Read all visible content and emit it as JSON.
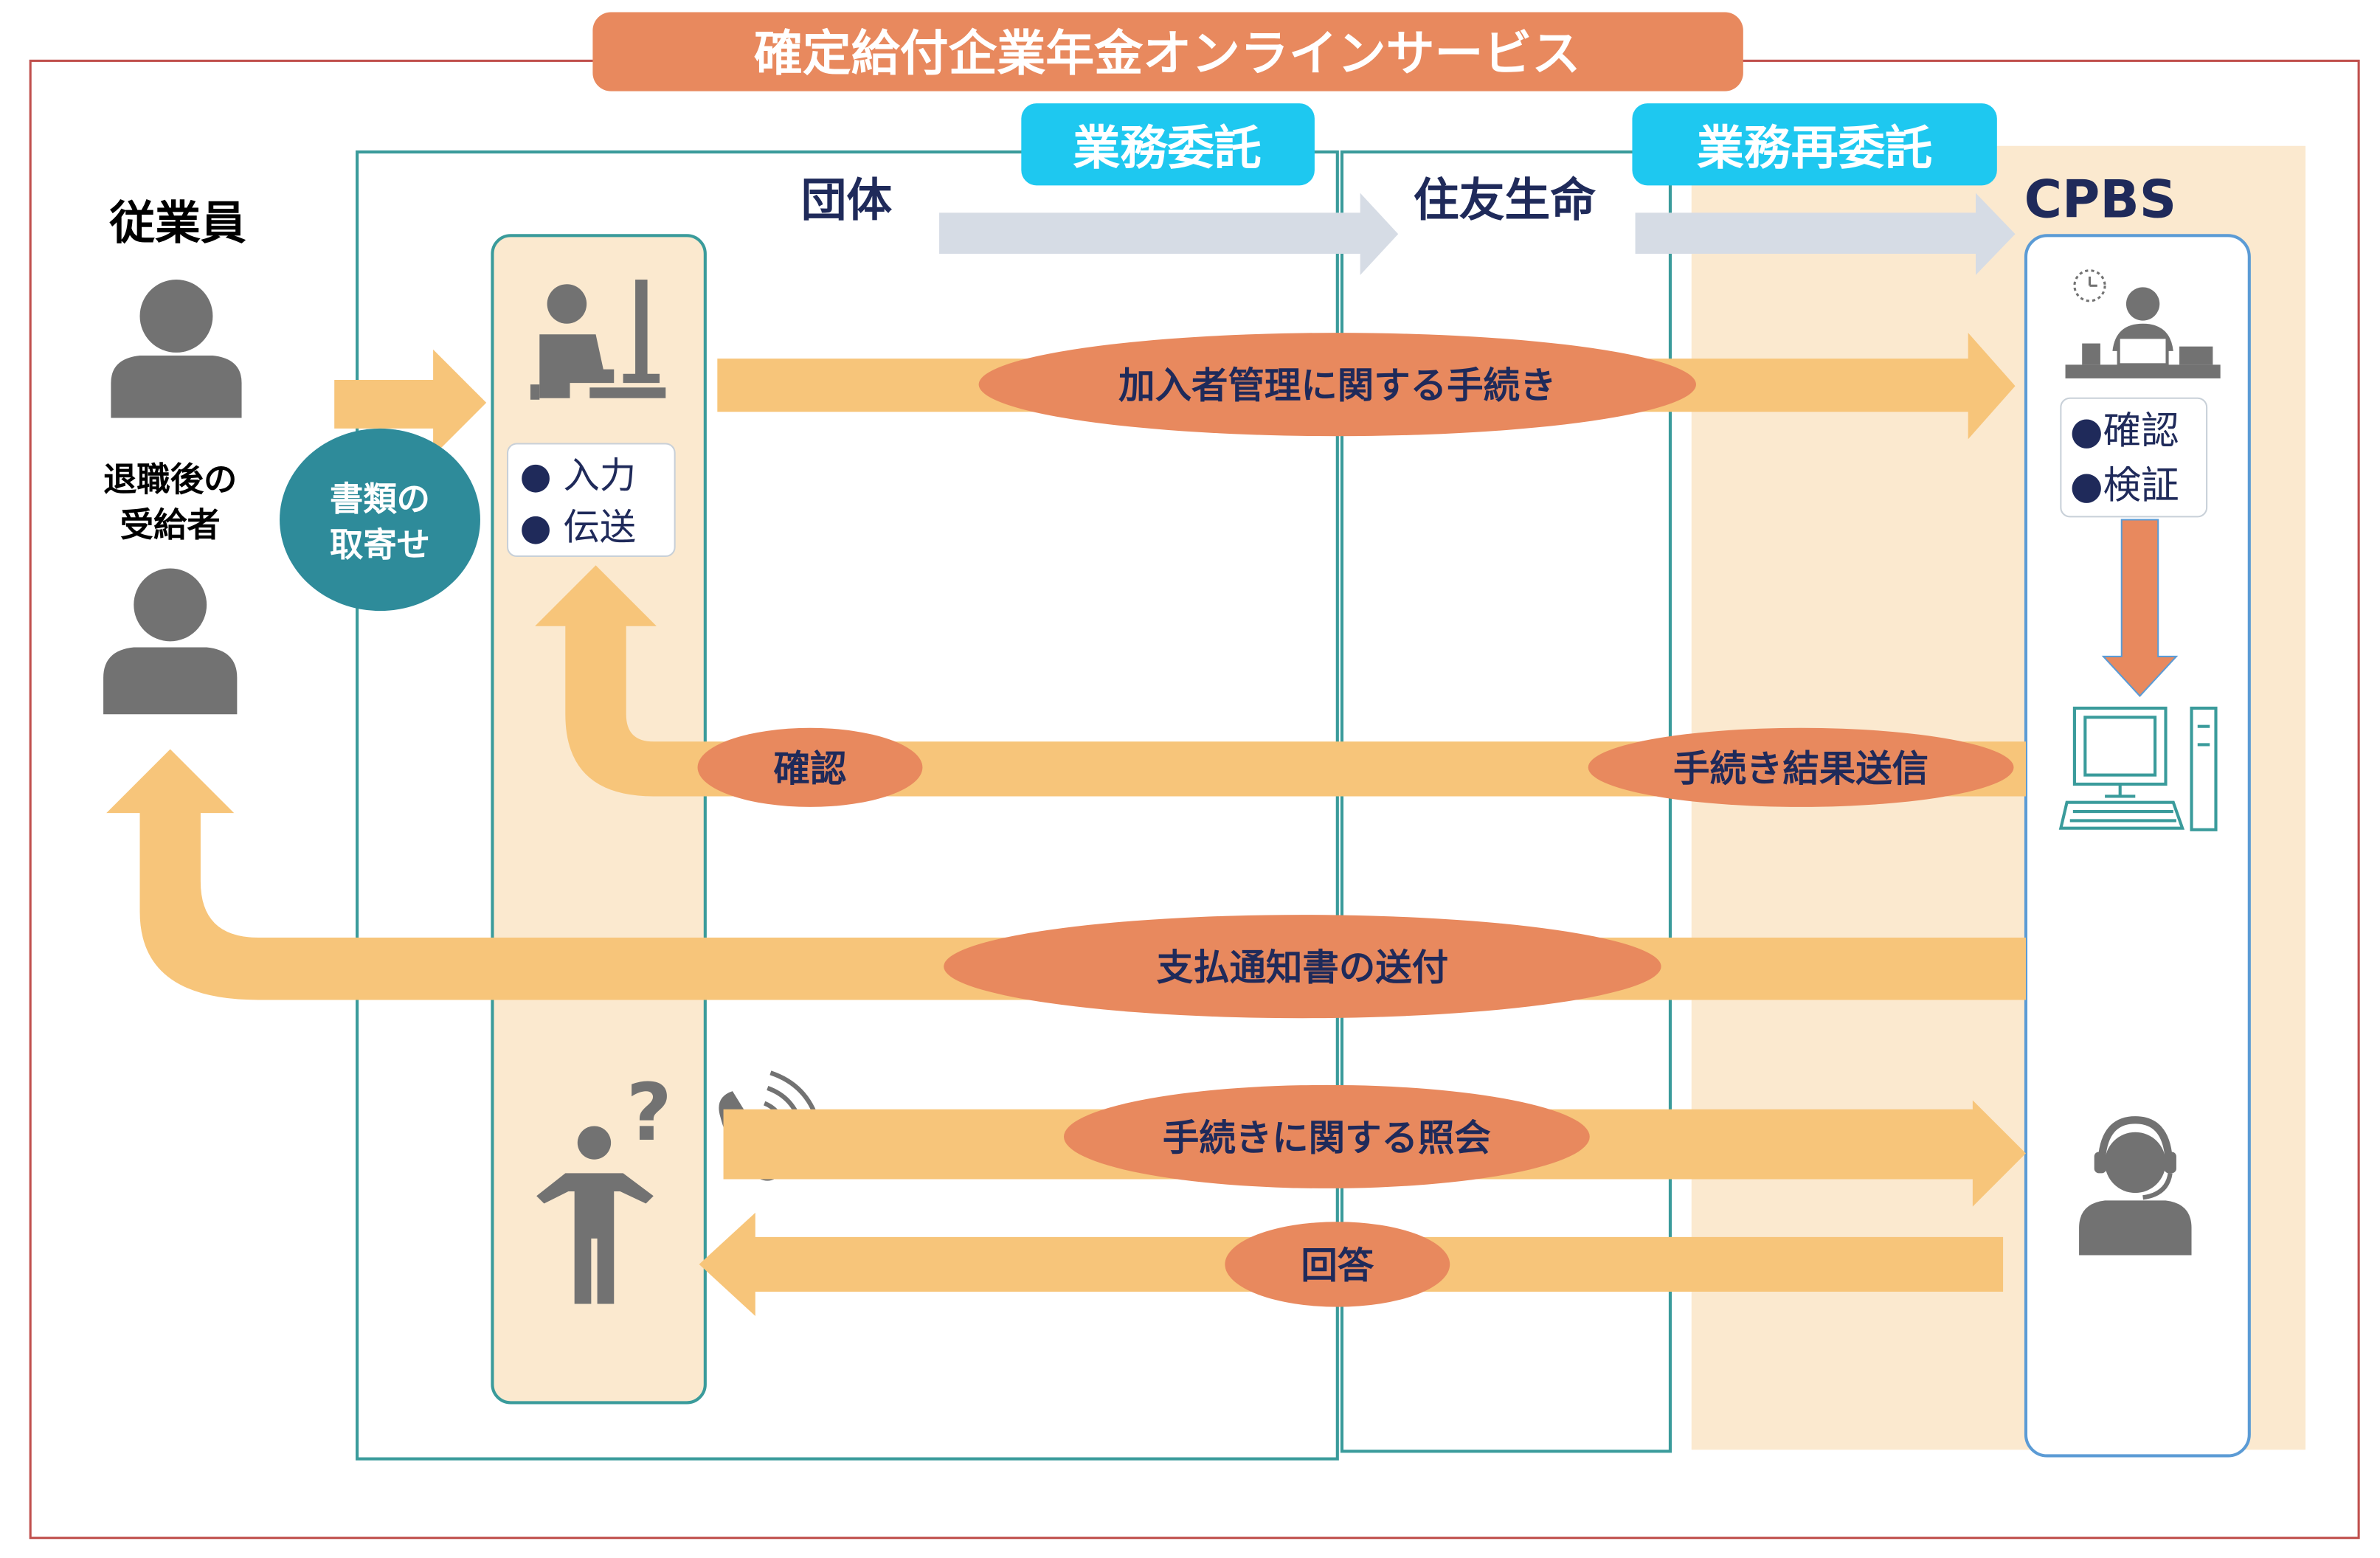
{
  "title": "確定給付企業年金オンラインサービス",
  "delegation": {
    "first": "業務委託",
    "second": "業務再委託"
  },
  "columns": {
    "employee": "従業員",
    "retiree_line1": "退職後の",
    "retiree_line2": "受給者",
    "group": "団体",
    "sumitomo": "住友生命",
    "cpbs": "CPBS"
  },
  "collect_badge": {
    "line1": "書類の",
    "line2": "取寄せ"
  },
  "group_tasks": [
    "● 入力",
    "● 伝送"
  ],
  "cpbs_tasks": [
    "●確認",
    "●検証"
  ],
  "flows": {
    "membership": "加入者管理に関する手続き",
    "confirm": "確認",
    "result_send": "手続き結果送信",
    "payment_notice": "支払通知書の送付",
    "inquiry": "手続きに関する照会",
    "answer": "回答"
  },
  "colors": {
    "title_fill": "#e8895e",
    "arrow_fill": "#f7c57a",
    "label_fill": "#e8895e",
    "badge_fill": "#2e8b9a",
    "delegation_fill": "#1ec8f0",
    "panel_fill": "#fbe9cf",
    "teal_border": "#3a9b9b",
    "blue_border": "#5b9bd5",
    "dark_text": "#1f2a5a",
    "icon_gray": "#727272"
  }
}
